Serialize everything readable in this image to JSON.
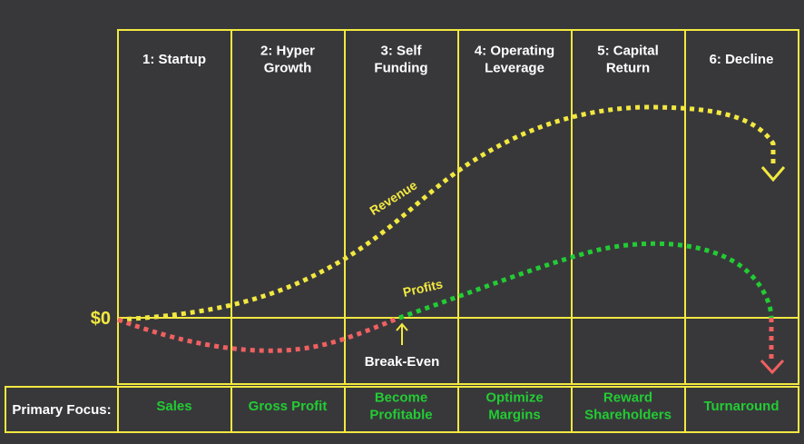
{
  "stages": [
    [
      "1: Startup"
    ],
    [
      "2: Hyper",
      "Growth"
    ],
    [
      "3: Self",
      "Funding"
    ],
    [
      "4: Operating",
      "Leverage"
    ],
    [
      "5: Capital",
      "Return"
    ],
    [
      "6: Decline"
    ]
  ],
  "focus_header": "Primary Focus:",
  "focus": [
    [
      "Sales"
    ],
    [
      "Gross Profit"
    ],
    [
      "Become",
      "Profitable"
    ],
    [
      "Optimize",
      "Margins"
    ],
    [
      "Reward",
      "Shareholders"
    ],
    [
      "Turnaround"
    ]
  ],
  "zero_label": "$0",
  "revenue_label": "Revenue",
  "profits_label": "Profits",
  "break_even_label": "Break-Even",
  "colors": {
    "grid": "#f2e840",
    "revenue": "#f2e840",
    "profit_positive": "#22cc33",
    "profit_negative": "#f06060",
    "focus_text": "#22cc33",
    "stage_text": "#ffffff",
    "background": "#38383b"
  }
}
